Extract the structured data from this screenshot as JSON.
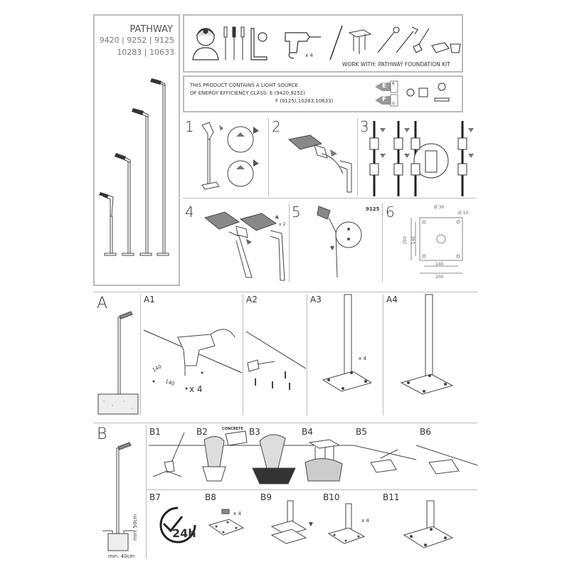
{
  "product": {
    "name": "PATHWAY",
    "codes_line1": "9420 | 9252 | 9125",
    "codes_line2": "10283 | 10633"
  },
  "tools_panel": {
    "drill_qty": "x 4",
    "work_with": "WORK WITH: PATHWAY FOUNDATION KIT"
  },
  "energy_panel": {
    "line1": "THIS PRODUCT CONTAINS A LIGHT SOURCE",
    "line2": "OF ENERGY EFFICIENCY CLASS: E (9420,9252)",
    "line3": "F (9125),10283,10633)",
    "label_e": "E",
    "label_f": "F",
    "label_range_top": "A",
    "label_range_bottom": "G"
  },
  "steps": {
    "s1": "1",
    "s2": "2",
    "s3": "3",
    "s4": "4",
    "s5": "5",
    "s6": "6",
    "s4_qty": "x 2",
    "s5_model": "9125"
  },
  "dims": {
    "d30": "Ø 30",
    "d10": "Ø 10",
    "d200_side": "200",
    "d140_side": "140",
    "d140_bottom": "140",
    "d200_bottom": "200"
  },
  "sectionA": {
    "label": "A",
    "a1": "A1",
    "a2": "A2",
    "a3": "A3",
    "a4": "A4",
    "a1_dim1": "140",
    "a1_dim2": "140",
    "a1_qty": "x 4",
    "a3_qty": "x 4"
  },
  "sectionB": {
    "label": "B",
    "b1": "B1",
    "b2": "B2",
    "b3": "B3",
    "b4": "B4",
    "b5": "B5",
    "b6": "B6",
    "b7": "B7",
    "b8": "B8",
    "b9": "B9",
    "b10": "B10",
    "b11": "B11",
    "concrete": "CONCRETE",
    "hours": "24h",
    "b8_qty": "x 4",
    "b10_qty": "x 4",
    "min_depth": "min. 50cm",
    "min_width": "min. 40cm"
  }
}
